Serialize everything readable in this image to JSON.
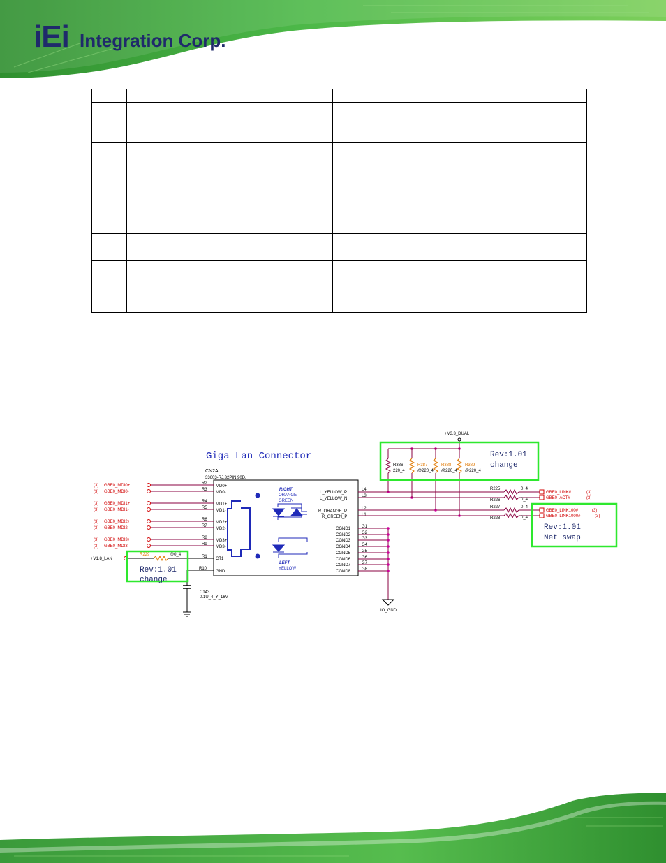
{
  "header": {
    "logo_mark": "iEi",
    "logo_name": "Integration Corp."
  },
  "table": {
    "rows": 7,
    "columns": 4
  },
  "schematic": {
    "title": "Giga Lan Connector",
    "part_ref": "CN2A",
    "part_desc": "33603-RJ,32PIN,90D,",
    "power_net": "+V3.3_DUAL",
    "ground_net": "IO_GND",
    "v18_net": "+V1.8_LAN",
    "left_signals": [
      {
        "sheet": "(3)",
        "net": "GBE0_MDI0+",
        "pin": "R2",
        "port": "MD0+"
      },
      {
        "sheet": "(3)",
        "net": "GBE0_MDI0-",
        "pin": "R3",
        "port": "MD0-"
      },
      {
        "sheet": "(3)",
        "net": "GBE0_MDI1+",
        "pin": "R4",
        "port": "MD1+"
      },
      {
        "sheet": "(3)",
        "net": "GBE0_MDI1-",
        "pin": "R5",
        "port": "MD1-"
      },
      {
        "sheet": "(3)",
        "net": "GBE0_MDI2+",
        "pin": "R6",
        "port": "MD2+"
      },
      {
        "sheet": "(3)",
        "net": "GBE0_MDI2-",
        "pin": "R7",
        "port": "MD2-"
      },
      {
        "sheet": "(3)",
        "net": "GBE0_MDI3+",
        "pin": "R8",
        "port": "MD3+"
      },
      {
        "sheet": "(3)",
        "net": "GBE0_MDI3-",
        "pin": "R9",
        "port": "MD3-"
      }
    ],
    "ct_pin": "R1",
    "ct_port": "CT1",
    "gnd_pin": "R10",
    "gnd_port": "GND",
    "r229": "R229",
    "r229_val": "@0_4",
    "cap_ref": "C143",
    "cap_val": "0.1U_4_Y_16V",
    "led_labels": {
      "right": "RIGHT",
      "orange": "ORANGE",
      "green": "GREEN",
      "left": "LEFT",
      "yellow": "YELLOW"
    },
    "right_pins": [
      {
        "pin": "L4",
        "port": "L_YELLOW_P"
      },
      {
        "pin": "L3",
        "port": "L_YELLOW_N"
      },
      {
        "pin": "L2",
        "port": "R_ORANGE_P"
      },
      {
        "pin": "L1",
        "port": "R_GREEN_P"
      }
    ],
    "cgnd_ports": [
      "CGND1",
      "CGND2",
      "CGND3",
      "CGND4",
      "CGND5",
      "CGND6",
      "CGND7",
      "CGND8"
    ],
    "g_pins": [
      "G1",
      "G2",
      "G3",
      "G4",
      "G5",
      "G6",
      "G7",
      "G8"
    ],
    "pullups": [
      {
        "ref": "R386",
        "val": "220_4"
      },
      {
        "ref": "R387",
        "val": "@220_4"
      },
      {
        "ref": "R388",
        "val": "@220_4"
      },
      {
        "ref": "R389",
        "val": "@220_4"
      }
    ],
    "series_res": [
      {
        "ref": "R225",
        "val": "0_4",
        "net": "GBE0_LINK#",
        "sheet": "(3)"
      },
      {
        "ref": "R226",
        "val": "0_4",
        "net": "GBE0_ACT#",
        "sheet": "(3)"
      },
      {
        "ref": "R227",
        "val": "0_4",
        "net": "GBE0_LINK100#",
        "sheet": "(3)"
      },
      {
        "ref": "R228",
        "val": "0_4",
        "net": "GBE0_LINK1000#",
        "sheet": "(3)"
      }
    ],
    "rev_notes": {
      "top_line1": "Rev:1.01",
      "top_line2": "change",
      "right_line1": "Rev:1.01",
      "right_line2": "Net swap",
      "left_line1": "Rev:1.01",
      "left_line2": "change"
    }
  },
  "colors": {
    "brand_green": "#3aa63a",
    "highlight_green": "#2ee82e",
    "wire_pink": "#cc0099",
    "wire_dark": "#8a0040",
    "net_red": "#d10000",
    "blue": "#1f2ab8",
    "orange": "#e07800"
  }
}
